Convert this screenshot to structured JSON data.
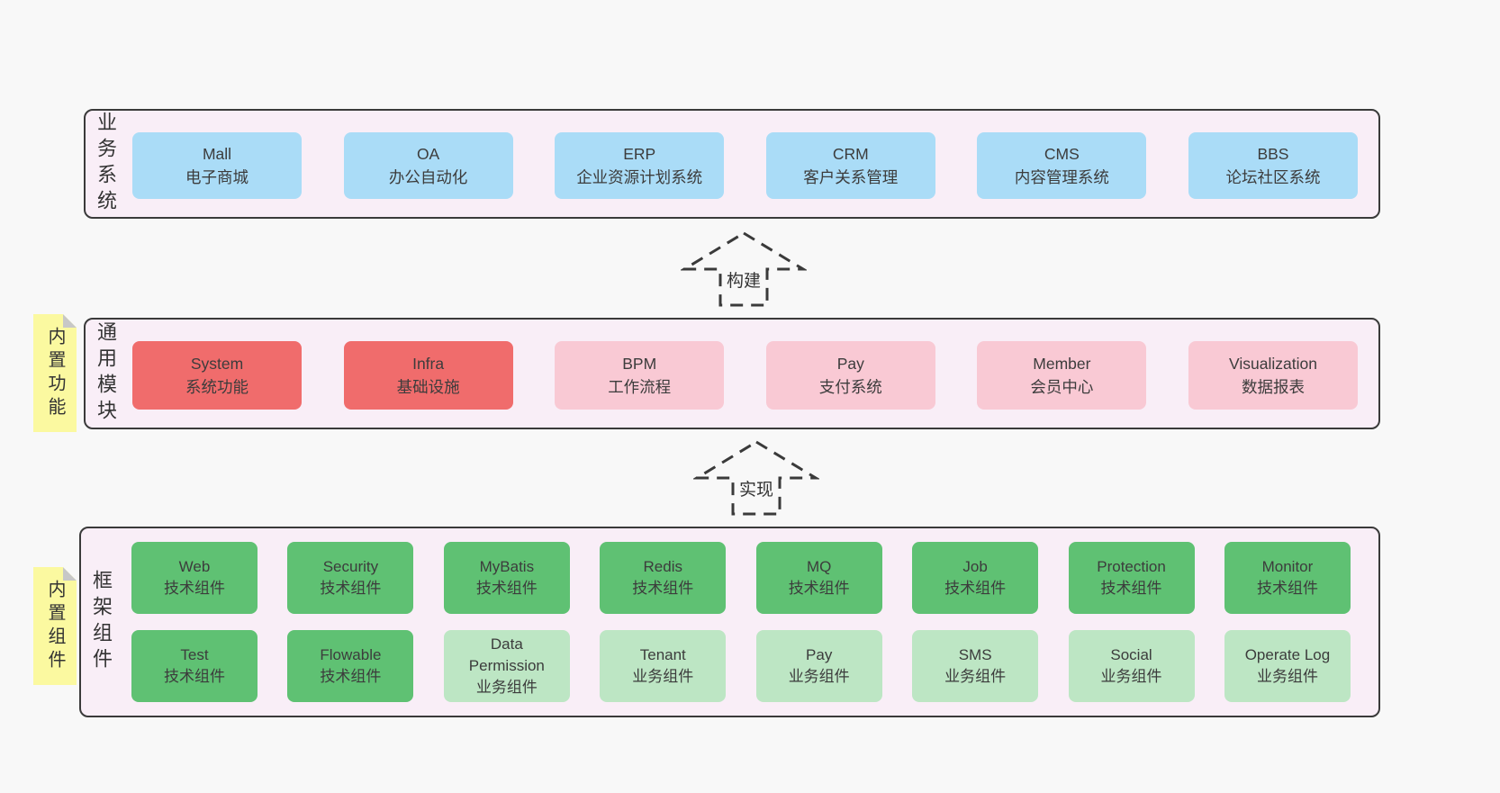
{
  "colors": {
    "page_bg": "#f8f8f8",
    "band_bg": "#f9eef7",
    "border": "#3a3a3a",
    "text": "#3c3c3c",
    "blue": "#aadcf7",
    "red": "#f06c6c",
    "pink": "#f9c9d4",
    "green": "#5fc173",
    "lightgreen": "#bde6c4",
    "sticky": "#fbf9a0"
  },
  "bands": {
    "business": {
      "label": "业务系统",
      "boxes": [
        {
          "name": "Mall",
          "subtitle": "电子商城",
          "variant": "blue"
        },
        {
          "name": "OA",
          "subtitle": "办公自动化",
          "variant": "blue"
        },
        {
          "name": "ERP",
          "subtitle": "企业资源计划系统",
          "variant": "blue"
        },
        {
          "name": "CRM",
          "subtitle": "客户关系管理",
          "variant": "blue"
        },
        {
          "name": "CMS",
          "subtitle": "内容管理系统",
          "variant": "blue"
        },
        {
          "name": "BBS",
          "subtitle": "论坛社区系统",
          "variant": "blue"
        }
      ]
    },
    "modules": {
      "label": "通用模块",
      "sticky": "内置功能",
      "boxes": [
        {
          "name": "System",
          "subtitle": "系统功能",
          "variant": "red"
        },
        {
          "name": "Infra",
          "subtitle": "基础设施",
          "variant": "red"
        },
        {
          "name": "BPM",
          "subtitle": "工作流程",
          "variant": "pink"
        },
        {
          "name": "Pay",
          "subtitle": "支付系统",
          "variant": "pink"
        },
        {
          "name": "Member",
          "subtitle": "会员中心",
          "variant": "pink"
        },
        {
          "name": "Visualization",
          "subtitle": "数据报表",
          "variant": "pink"
        }
      ]
    },
    "components": {
      "label": "框架组件",
      "sticky": "内置组件",
      "rows": [
        [
          {
            "name": "Web",
            "subtitle": "技术组件",
            "variant": "green"
          },
          {
            "name": "Security",
            "subtitle": "技术组件",
            "variant": "green"
          },
          {
            "name": "MyBatis",
            "subtitle": "技术组件",
            "variant": "green"
          },
          {
            "name": "Redis",
            "subtitle": "技术组件",
            "variant": "green"
          },
          {
            "name": "MQ",
            "subtitle": "技术组件",
            "variant": "green"
          },
          {
            "name": "Job",
            "subtitle": "技术组件",
            "variant": "green"
          },
          {
            "name": "Protection",
            "subtitle": "技术组件",
            "variant": "green"
          },
          {
            "name": "Monitor",
            "subtitle": "技术组件",
            "variant": "green"
          }
        ],
        [
          {
            "name": "Test",
            "subtitle": "技术组件",
            "variant": "green"
          },
          {
            "name": "Flowable",
            "subtitle": "技术组件",
            "variant": "green"
          },
          {
            "name": "Data Permission",
            "subtitle": "业务组件",
            "variant": "lightgreen"
          },
          {
            "name": "Tenant",
            "subtitle": "业务组件",
            "variant": "lightgreen"
          },
          {
            "name": "Pay",
            "subtitle": "业务组件",
            "variant": "lightgreen"
          },
          {
            "name": "SMS",
            "subtitle": "业务组件",
            "variant": "lightgreen"
          },
          {
            "name": "Social",
            "subtitle": "业务组件",
            "variant": "lightgreen"
          },
          {
            "name": "Operate Log",
            "subtitle": "业务组件",
            "variant": "lightgreen"
          }
        ]
      ]
    }
  },
  "arrows": [
    {
      "label": "构建"
    },
    {
      "label": "实现"
    }
  ]
}
